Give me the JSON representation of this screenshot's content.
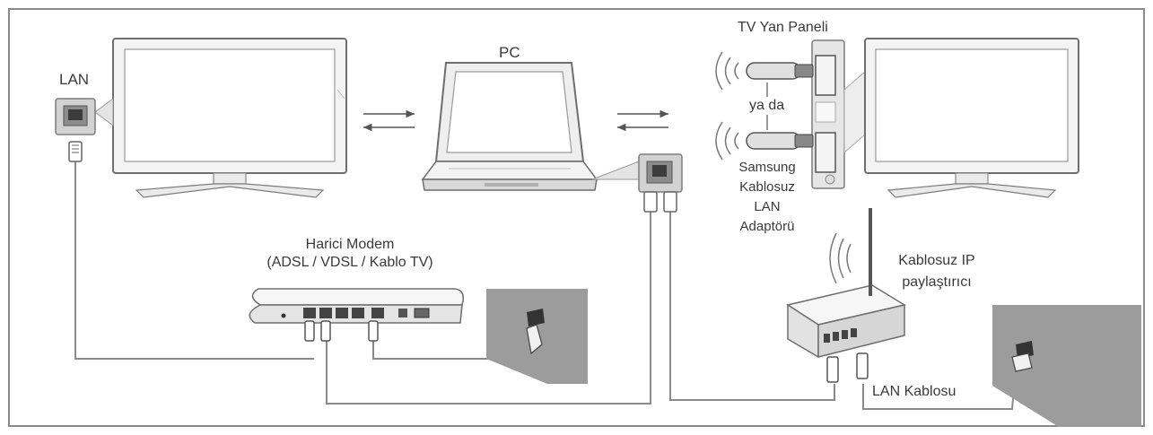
{
  "labels": {
    "lan": "LAN",
    "pc": "PC",
    "tv_side_panel": "TV Yan Paneli",
    "or": "ya da",
    "adapter": [
      "Samsung",
      "Kablosuz",
      "LAN",
      "Adaptörü"
    ],
    "modem": [
      "Harici Modem",
      "(ADSL / VDSL / Kablo TV)"
    ],
    "router": [
      "Kablosuz IP",
      "paylaştırıcı"
    ],
    "lan_cable": "LAN Kablosu"
  },
  "colors": {
    "line": "#8a8a8a",
    "screen": "#ffffff",
    "device": "#eeeeee",
    "wall": "#9c9c9c",
    "text": "#3a3a3a"
  }
}
